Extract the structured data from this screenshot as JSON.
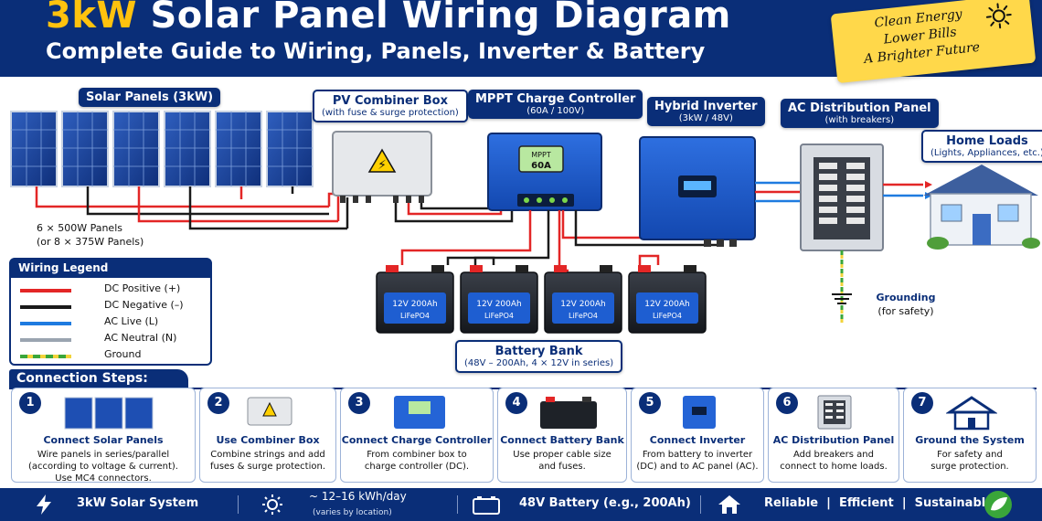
{
  "header": {
    "title_accent": "3kW",
    "title_rest": "Solar Panel Wiring Diagram",
    "subtitle": "Complete Guide to Wiring, Panels, Inverter & Battery",
    "sticker": {
      "line1": "Clean Energy",
      "line2": "Lower Bills",
      "line3": "A Brighter Future"
    }
  },
  "components": {
    "solar_panels": {
      "title": "Solar Panels (3kW)",
      "note_line1": "6 × 500W Panels",
      "note_line2": "(or 8 × 375W Panels)"
    },
    "combiner": {
      "title": "PV Combiner Box",
      "subtitle": "(with fuse & surge protection)"
    },
    "mppt": {
      "title": "MPPT Charge Controller",
      "subtitle": "(60A / 100V)",
      "display_line1": "MPPT",
      "display_line2": "60A"
    },
    "inverter": {
      "title": "Hybrid Inverter",
      "subtitle": "(3kW / 48V)"
    },
    "ac_panel": {
      "title": "AC Distribution Panel",
      "subtitle": "(with breakers)"
    },
    "home": {
      "title": "Home Loads",
      "subtitle": "(Lights, Appliances, etc.)"
    },
    "grounding": {
      "title": "Grounding",
      "subtitle": "(for safety)"
    },
    "battery_bank": {
      "title": "Battery Bank",
      "subtitle": "(48V – 200Ah, 4 × 12V in series)",
      "batteries": [
        {
          "line1": "12V 200Ah",
          "line2": "LiFePO4"
        },
        {
          "line1": "12V 200Ah",
          "line2": "LiFePO4"
        },
        {
          "line1": "12V 200Ah",
          "line2": "LiFePO4"
        },
        {
          "line1": "12V 200Ah",
          "line2": "LiFePO4"
        }
      ]
    }
  },
  "legend": {
    "title": "Wiring Legend",
    "items": [
      {
        "label": "DC Positive (+)",
        "color": "#e32626"
      },
      {
        "label": "DC Negative (–)",
        "color": "#1a1a1a"
      },
      {
        "label": "AC Live (L)",
        "color": "#1e7be0"
      },
      {
        "label": "AC Neutral (N)",
        "color": "#9aa4b0"
      },
      {
        "label": "Ground",
        "color": "#3aa63a"
      }
    ]
  },
  "steps": {
    "header": "Connection Steps:",
    "items": [
      {
        "num": "1",
        "title": "Connect Solar Panels",
        "desc": "Wire panels in series/parallel\n(according to voltage & current).\nUse MC4 connectors.",
        "icon": "solar-panel-icon"
      },
      {
        "num": "2",
        "title": "Use Combiner Box",
        "desc": "Combine strings and add\nfuses & surge protection.",
        "icon": "combiner-box-icon"
      },
      {
        "num": "3",
        "title": "Connect Charge Controller",
        "desc": "From combiner box to\ncharge controller (DC).",
        "icon": "charge-controller-icon"
      },
      {
        "num": "4",
        "title": "Connect Battery Bank",
        "desc": "Use proper cable size\nand fuses.",
        "icon": "battery-icon"
      },
      {
        "num": "5",
        "title": "Connect Inverter",
        "desc": "From battery to inverter\n(DC) and to AC panel (AC).",
        "icon": "inverter-icon"
      },
      {
        "num": "6",
        "title": "AC Distribution Panel",
        "desc": "Add breakers and\nconnect to home loads.",
        "icon": "breaker-panel-icon"
      },
      {
        "num": "7",
        "title": "Ground the System",
        "desc": "For safety and\nsurge protection.",
        "icon": "house-icon"
      }
    ]
  },
  "footer": {
    "system": "3kW Solar System",
    "production": "~ 12–16 kWh/day",
    "production_note": "(varies by location)",
    "battery": "48V Battery (e.g., 200Ah)",
    "tagline": "Reliable  |  Efficient  |  Sustainable"
  },
  "colors": {
    "navy": "#0a2e78",
    "accent_yellow": "#ffc20e",
    "dc_positive": "#e32626",
    "dc_negative": "#1a1a1a",
    "ac_live": "#1e7be0",
    "ground": "#3aa63a"
  }
}
